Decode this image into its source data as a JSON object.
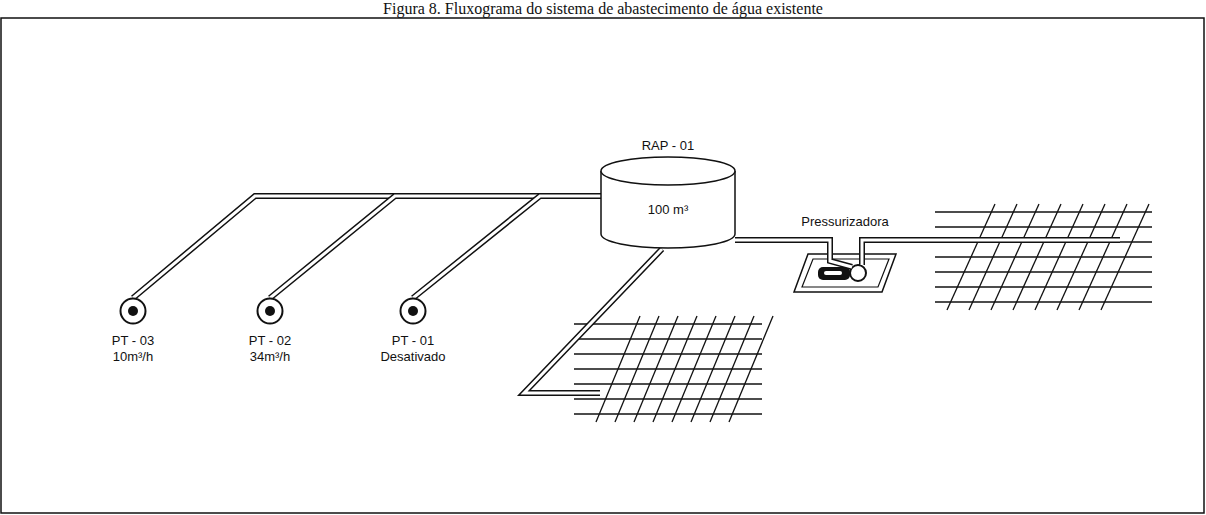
{
  "diagram": {
    "title": "Figura 8. Fluxograma do sistema de abastecimento de água existente",
    "nodes": [
      {
        "text": [
          "PT - 03",
          "10m³/h"
        ]
      },
      {
        "text": [
          "PT - 02",
          "34m³/h"
        ]
      },
      {
        "text": [
          "PT - 01",
          "Desativado"
        ]
      },
      {
        "text": [
          "RAP - 01",
          "100 m³"
        ]
      },
      {
        "text": [
          "Pressurizadora"
        ]
      }
    ],
    "edges": [
      {
        "from": 0,
        "to": 3,
        "arrow": "none"
      },
      {
        "from": 1,
        "to": 3,
        "arrow": "none"
      },
      {
        "from": 2,
        "to": 3,
        "arrow": "none"
      },
      {
        "from": 3,
        "to": 4,
        "arrow": "none"
      }
    ]
  }
}
